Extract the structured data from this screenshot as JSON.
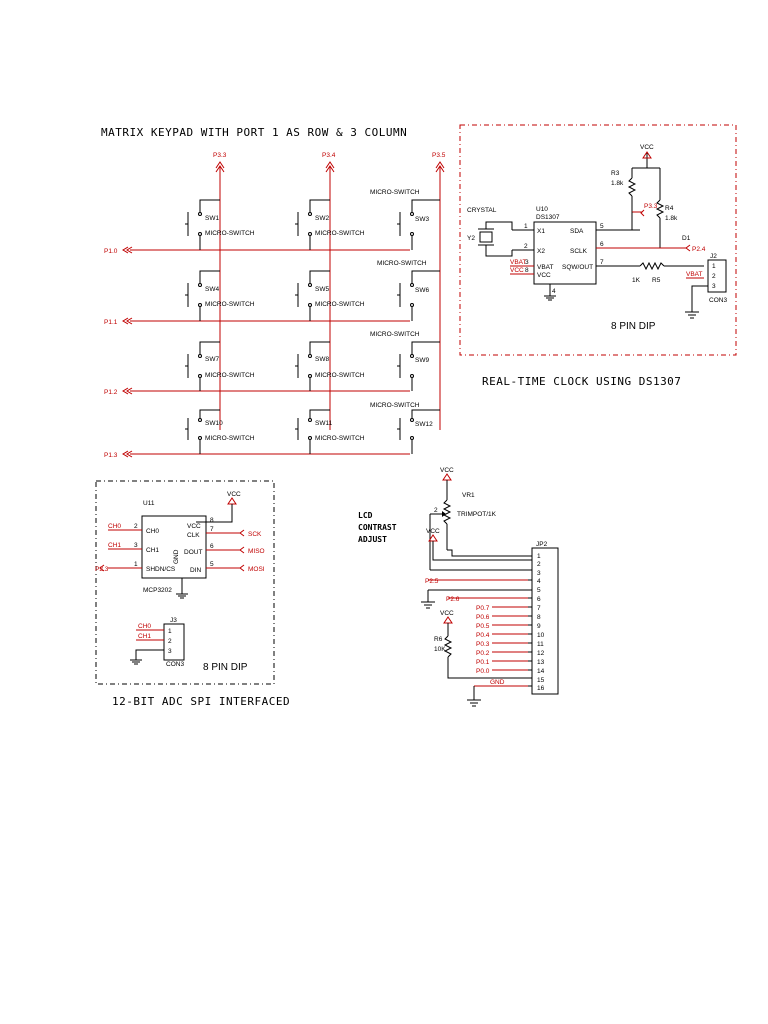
{
  "titles": {
    "keypad": "MATRIX  KEYPAD WITH PORT 1 AS ROW  & 3 COLUMN",
    "rtc": "REAL-TIME CLOCK USING DS1307",
    "adc": "12-BIT ADC SPI INTERFACED",
    "lcd_line1": "LCD",
    "lcd_line2": "CONTRAST",
    "lcd_line3": "ADJUST"
  },
  "keypad": {
    "columns": [
      "P3.3",
      "P3.4",
      "P3.5"
    ],
    "rows": [
      "P1.0",
      "P1.1",
      "P1.2",
      "P1.3"
    ],
    "switch_label": "MICRO-SWITCH",
    "switches": [
      "SW1",
      "SW2",
      "SW3",
      "SW4",
      "SW5",
      "SW6",
      "SW7",
      "SW8",
      "SW9",
      "SW10",
      "SW11",
      "SW12"
    ]
  },
  "rtc": {
    "ref": "U10",
    "part": "DS1307",
    "crystal_label": "CRYSTAL",
    "crystal_ref": "Y2",
    "vcc": "VCC",
    "r3": "R3",
    "r3_val": "1.8k",
    "r4": "R4",
    "r4_val": "1.8k",
    "r5": "R5",
    "r5_val": "1K",
    "net_p33": "P3.3",
    "net_p24": "P2.4",
    "d1": "D1",
    "pins_left": [
      {
        "num": "1",
        "name": "X1"
      },
      {
        "num": "2",
        "name": "X2"
      },
      {
        "num": "3",
        "name": "VBAT"
      },
      {
        "num": "8",
        "name": "VCC"
      }
    ],
    "pins_right": [
      {
        "num": "5",
        "name": "SDA"
      },
      {
        "num": "6",
        "name": "SCLK"
      },
      {
        "num": "7",
        "name": "SQW/OUT"
      }
    ],
    "vbat_net": "VBAT",
    "vcc_net": "VCC",
    "gnd_pin": "4",
    "connector_ref": "J2",
    "connector_name": "CON3",
    "connector_pins": [
      "1",
      "2",
      "3"
    ],
    "footer": "8 PIN DIP"
  },
  "adc": {
    "ref": "U11",
    "part": "MCP3202",
    "vcc": "VCC",
    "left_pins": [
      {
        "net": "CH0",
        "num": "2",
        "name": "CH0"
      },
      {
        "net": "CH1",
        "num": "3",
        "name": "CH1"
      },
      {
        "net": "P2.3",
        "num": "1",
        "name": "SHDN/CS"
      }
    ],
    "right_pins": [
      {
        "num": "8",
        "name": "VCC"
      },
      {
        "num": "7",
        "name": "CLK"
      },
      {
        "num": "6",
        "name": "DOUT"
      },
      {
        "num": "5",
        "name": "DIN"
      }
    ],
    "right_nets": [
      "SCK",
      "MISO",
      "MOSI"
    ],
    "gnd_label": "GND",
    "connector_ref": "J3",
    "connector_name": "CON3",
    "connector_nets": [
      "CH0",
      "CH1"
    ],
    "connector_pins": [
      "1",
      "2",
      "3"
    ],
    "footer": "8 PIN DIP"
  },
  "lcd": {
    "vcc1": "VCC",
    "vr_ref": "VR1",
    "vr_name": "TRIMPOT/1K",
    "vr_pin": "2",
    "vcc2": "VCC",
    "vcc3": "VCC",
    "r6": "R6",
    "r6_val": "10K",
    "connector_ref": "JP2",
    "pins": [
      "1",
      "2",
      "3",
      "4",
      "5",
      "6",
      "7",
      "8",
      "9",
      "10",
      "11",
      "12",
      "13",
      "14",
      "15",
      "16"
    ],
    "nets": [
      "P2.5",
      "P2.6",
      "P0.7",
      "P0.6",
      "P0.5",
      "P0.4",
      "P0.3",
      "P0.2",
      "P0.1",
      "P0.0"
    ],
    "gnd_net": "GND"
  }
}
